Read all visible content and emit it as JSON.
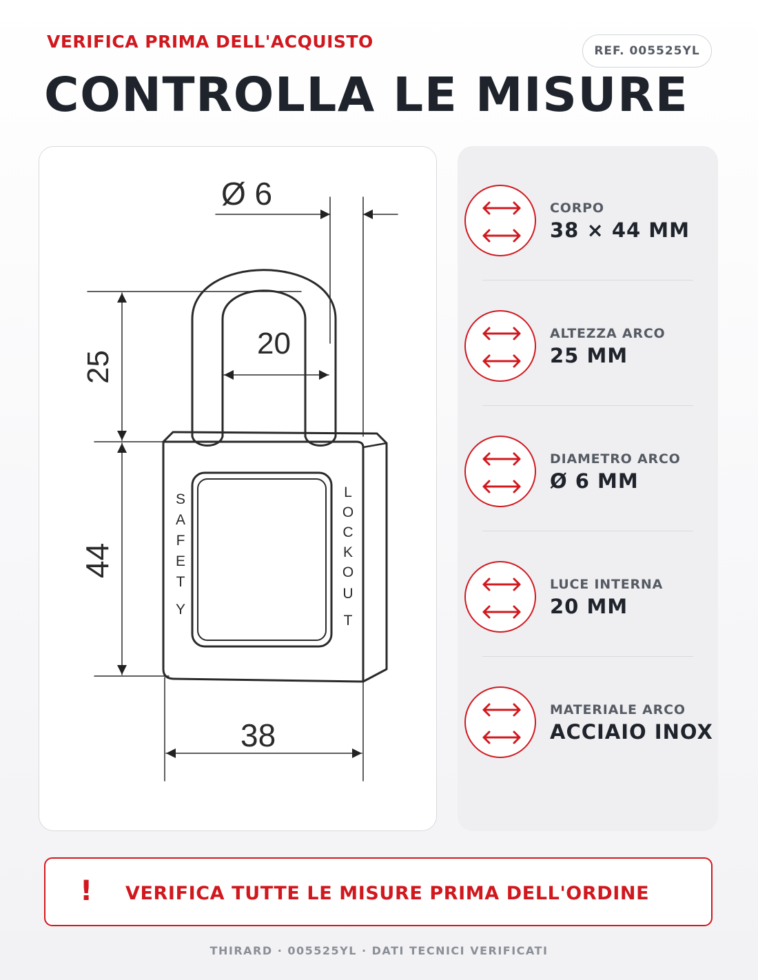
{
  "header": {
    "eyebrow": "VERIFICA PRIMA DELL'ACQUISTO",
    "ref": "REF. 005525YL",
    "title": "CONTROLLA LE MISURE"
  },
  "drawing": {
    "dim_shackle_diameter": "Ø 6",
    "dim_shackle_height": "25",
    "dim_inner_clearance": "20",
    "dim_body_height": "44",
    "dim_body_width": "38",
    "side_text_left": [
      "S",
      "A",
      "F",
      "E",
      "T",
      "Y"
    ],
    "side_text_right": [
      "L",
      "O",
      "C",
      "K",
      "O",
      "U",
      "T"
    ]
  },
  "specs": [
    {
      "icon": "double-arrow-icon",
      "label": "CORPO",
      "value": "38 × 44 MM"
    },
    {
      "icon": "double-arrow-icon",
      "label": "ALTEZZA ARCO",
      "value": "25 MM"
    },
    {
      "icon": "double-arrow-icon",
      "label": "DIAMETRO ARCO",
      "value": "Ø 6 MM"
    },
    {
      "icon": "double-arrow-icon",
      "label": "LUCE INTERNA",
      "value": "20 MM"
    },
    {
      "icon": "double-arrow-icon",
      "label": "MATERIALE ARCO",
      "value": "ACCIAIO INOX"
    }
  ],
  "warning": {
    "icon": "exclamation-icon",
    "text": "VERIFICA TUTTE LE MISURE PRIMA DELL'ORDINE"
  },
  "footer": "THIRARD · 005525YL · DATI TECNICI VERIFICATI",
  "colors": {
    "accent": "#d0181e",
    "text": "#1f232b",
    "muted": "#555a63",
    "panel": "#efeff2"
  }
}
